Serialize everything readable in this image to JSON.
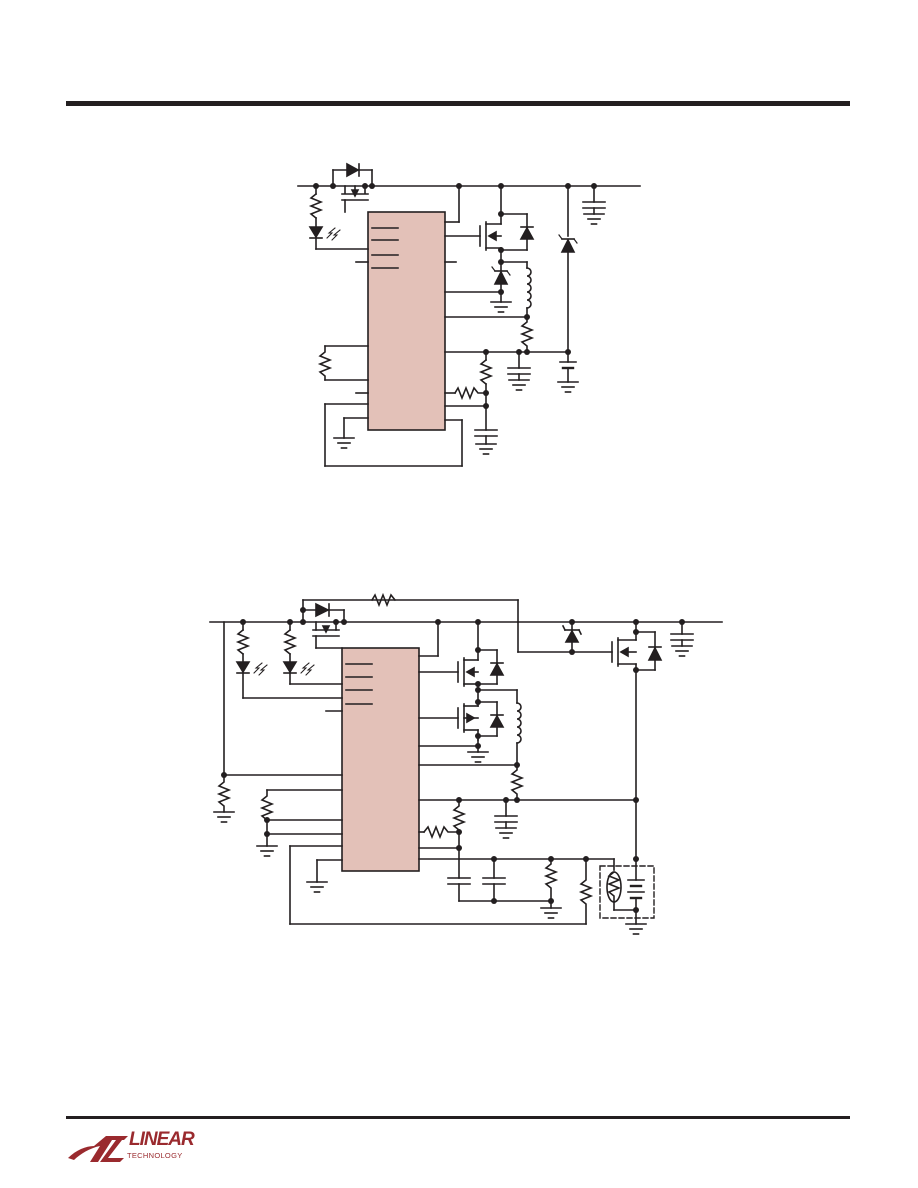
{
  "page": {
    "background": "#ffffff",
    "rule_color": "#231f20",
    "ic_fill": "#e3c1b8",
    "wire_color": "#231f20"
  },
  "footer": {
    "logo": {
      "icon": "linear-technology-lt-icon",
      "wordmark": "LINEAR",
      "subtitle": "TECHNOLOGY",
      "color": "#9a2a2e"
    }
  },
  "figures": [
    {
      "kind": "schematic",
      "components": [
        "ic",
        "diode",
        "pmos",
        "nmos",
        "led",
        "resistor",
        "inductor",
        "capacitor",
        "schottky-diode",
        "ground"
      ]
    },
    {
      "kind": "schematic",
      "components": [
        "ic",
        "diode",
        "pmos",
        "nmos",
        "led",
        "resistor",
        "inductor",
        "capacitor",
        "zener-diode",
        "thermistor",
        "battery",
        "ground"
      ]
    }
  ]
}
